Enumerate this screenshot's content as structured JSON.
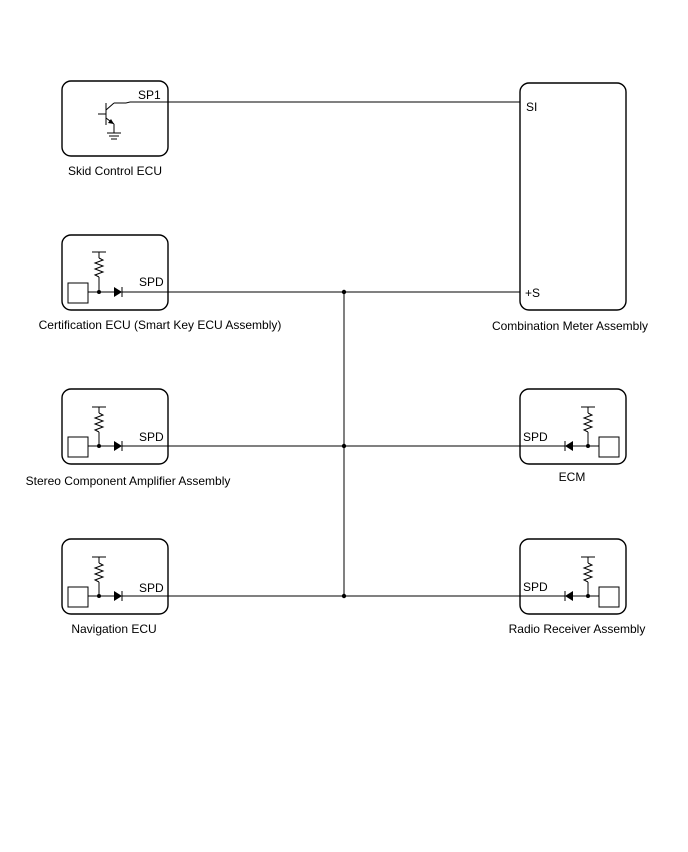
{
  "components": {
    "skid_control": {
      "name": "Skid Control ECU",
      "pin": "SP1"
    },
    "certification": {
      "name": "Certification ECU (Smart Key ECU Assembly)",
      "pin": "SPD"
    },
    "stereo": {
      "name": "Stereo Component Amplifier Assembly",
      "pin": "SPD"
    },
    "navigation": {
      "name": "Navigation ECU",
      "pin": "SPD"
    },
    "combination_meter": {
      "name": "Combination Meter Assembly",
      "pin_si": "SI",
      "pin_s": "+S"
    },
    "ecm": {
      "name": "ECM",
      "pin": "SPD"
    },
    "radio_receiver": {
      "name": "Radio Receiver Assembly",
      "pin": "SPD"
    }
  }
}
